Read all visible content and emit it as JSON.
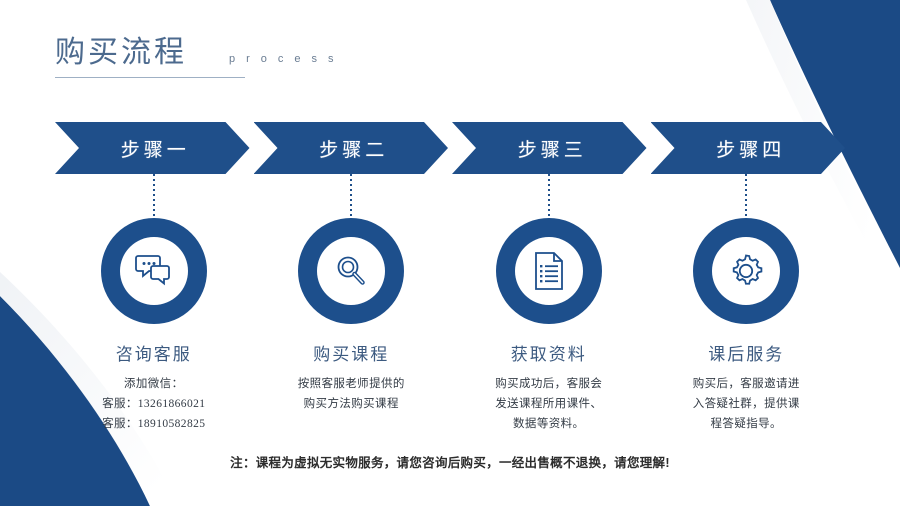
{
  "slide": {
    "title_cn": "购买流程",
    "title_en": "process",
    "colors": {
      "arrow_blue": "#1f4f8a",
      "ring_blue": "#1d4f8c",
      "deco_blue": "#1b4a85",
      "title_text": "#4c6a8e",
      "heading_text": "#3c5a80",
      "body_text": "#333b45"
    }
  },
  "steps": [
    {
      "arrow_label": "步骤一",
      "icon": "chat-bubbles-icon",
      "heading": "咨询客服",
      "body": [
        "添加微信：",
        "客服：13261866021",
        "客服：18910582825"
      ]
    },
    {
      "arrow_label": "步骤二",
      "icon": "magnifier-icon",
      "heading": "购买课程",
      "body": [
        "按照客服老师提供的",
        "购买方法购买课程"
      ]
    },
    {
      "arrow_label": "步骤三",
      "icon": "document-list-icon",
      "heading": "获取资料",
      "body": [
        "购买成功后，客服会",
        "发送课程所用课件、",
        "数据等资料。"
      ]
    },
    {
      "arrow_label": "步骤四",
      "icon": "gear-icon",
      "heading": "课后服务",
      "body": [
        "购买后，客服邀请进",
        "入答疑社群，提供课",
        "程答疑指导。"
      ]
    }
  ],
  "footer": {
    "note": "注：课程为虚拟无实物服务，请您咨询后购买，一经出售概不退换，请您理解!"
  }
}
